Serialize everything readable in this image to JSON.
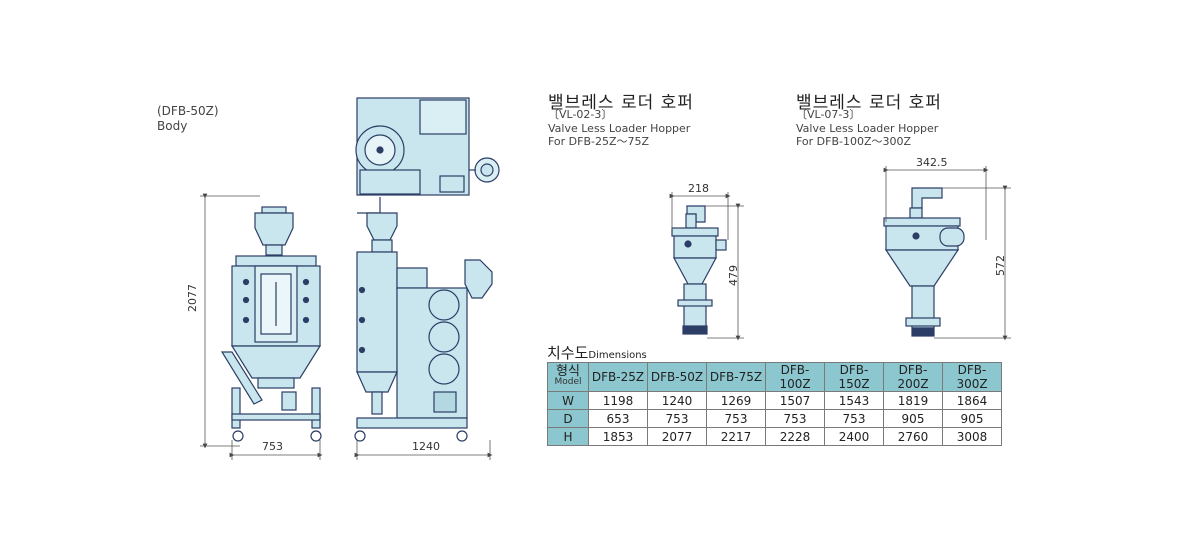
{
  "body_label": {
    "model": "(DFB-50Z)",
    "name": "Body"
  },
  "body_dims": {
    "height": "2077",
    "width_front": "753",
    "width_side": "1240"
  },
  "hopper1": {
    "title": "밸브레스 로더 호퍼",
    "model": "〔VL-02-3〕",
    "desc": "Valve Less Loader Hopper",
    "for": "For DFB-25Z～75Z",
    "dim_width": "218",
    "dim_height": "479"
  },
  "hopper2": {
    "title": "밸브레스 로더 호퍼",
    "model": "〔VL-07-3〕",
    "desc": "Valve Less Loader Hopper",
    "for": "For DFB-100Z～300Z",
    "dim_width": "342.5",
    "dim_height": "572"
  },
  "dimensions": {
    "title_ko": "치수도",
    "title_en": "Dimensions",
    "model_ko": "형식",
    "model_en": "Model",
    "columns": [
      "DFB-25Z",
      "DFB-50Z",
      "DFB-75Z",
      "DFB-100Z",
      "DFB-150Z",
      "DFB-200Z",
      "DFB-300Z"
    ],
    "rows": [
      {
        "label": "W",
        "values": [
          "1198",
          "1240",
          "1269",
          "1507",
          "1543",
          "1819",
          "1864"
        ]
      },
      {
        "label": "D",
        "values": [
          "653",
          "753",
          "753",
          "753",
          "753",
          "905",
          "905"
        ]
      },
      {
        "label": "H",
        "values": [
          "1853",
          "2077",
          "2217",
          "2228",
          "2400",
          "2760",
          "3008"
        ]
      }
    ]
  },
  "colors": {
    "machine_fill": "#c9e6ee",
    "outline": "#2c3e66",
    "table_header": "#8cc7cf"
  }
}
